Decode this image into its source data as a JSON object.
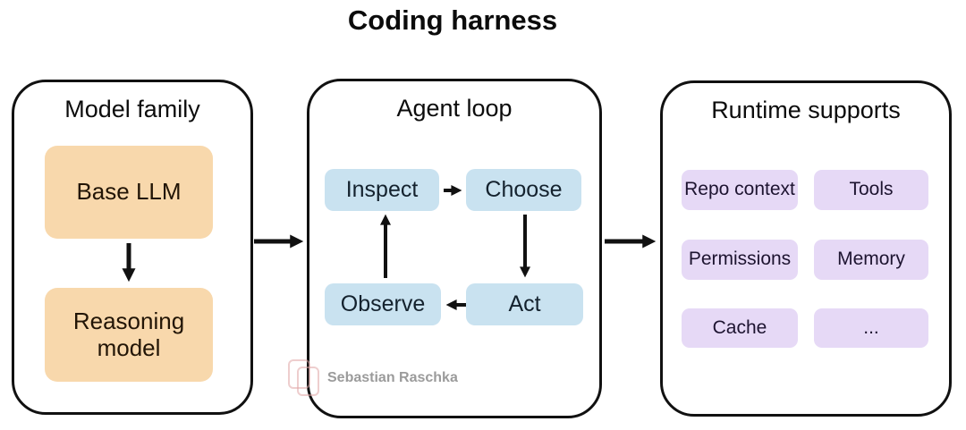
{
  "title": "Coding harness",
  "colors": {
    "ink": "#111111",
    "orange": "#F8D8AC",
    "blue": "#C9E2F0",
    "purple": "#E6D9F6",
    "watermark_text": "#9B9B9B",
    "watermark_logo": "#E0A6A6"
  },
  "panels": {
    "model_family": {
      "title": "Model family",
      "boxes": [
        {
          "label": "Base LLM"
        },
        {
          "label": "Reasoning model"
        }
      ]
    },
    "agent_loop": {
      "title": "Agent loop",
      "boxes": [
        {
          "label": "Inspect"
        },
        {
          "label": "Choose"
        },
        {
          "label": "Observe"
        },
        {
          "label": "Act"
        }
      ]
    },
    "runtime_supports": {
      "title": "Runtime supports",
      "boxes": [
        {
          "label": "Repo context"
        },
        {
          "label": "Tools"
        },
        {
          "label": "Permissions"
        },
        {
          "label": "Memory"
        },
        {
          "label": "Cache"
        },
        {
          "label": "..."
        }
      ]
    }
  },
  "watermark": {
    "author": "Sebastian Raschka",
    "logo": "raschka-logo-icon"
  }
}
